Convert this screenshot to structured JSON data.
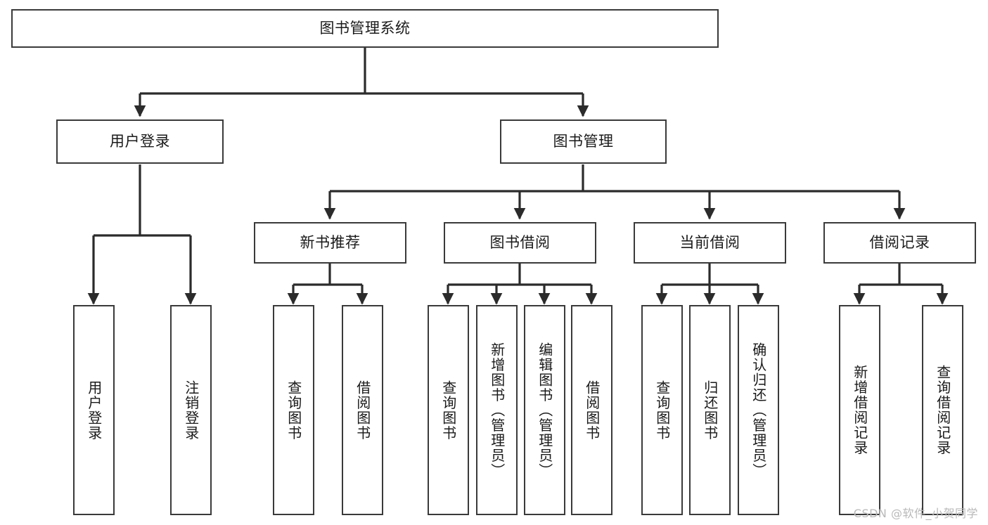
{
  "diagram": {
    "title": "图书管理系统",
    "type": "tree",
    "watermark": "CSDN @软件_小贺同学",
    "theme": {
      "background": "#ffffff",
      "box_border": "#3a3a3a",
      "box_fill": "#ffffff",
      "connector": "#2b2b2b",
      "text": "#1a1a1a",
      "watermark_color": "#b9b9b9"
    },
    "nodes": {
      "root": {
        "label": "图书管理系统"
      },
      "level2": [
        {
          "id": "user-login",
          "label": "用户登录"
        },
        {
          "id": "book-manage",
          "label": "图书管理"
        }
      ],
      "level3": [
        {
          "id": "new-book-rec",
          "label": "新书推荐"
        },
        {
          "id": "book-borrow",
          "label": "图书借阅"
        },
        {
          "id": "current-borrow",
          "label": "当前借阅"
        },
        {
          "id": "borrow-record",
          "label": "借阅记录"
        }
      ],
      "leaves": [
        {
          "id": "leaf-user-login",
          "label": "用户登录",
          "parent": "user-login"
        },
        {
          "id": "leaf-user-logout",
          "label": "注销登录",
          "parent": "user-login"
        },
        {
          "id": "leaf-query-book-rec",
          "label": "查询图书",
          "parent": "new-book-rec"
        },
        {
          "id": "leaf-borrow-book-rec",
          "label": "借阅图书",
          "parent": "new-book-rec"
        },
        {
          "id": "leaf-query-book-borrow",
          "label": "查询图书",
          "parent": "book-borrow"
        },
        {
          "id": "leaf-add-book",
          "label": "新增图书（管理员）",
          "parent": "book-borrow"
        },
        {
          "id": "leaf-edit-book",
          "label": "编辑图书（管理员）",
          "parent": "book-borrow"
        },
        {
          "id": "leaf-borrow-book",
          "label": "借阅图书",
          "parent": "book-borrow"
        },
        {
          "id": "leaf-query-book-cur",
          "label": "查询图书",
          "parent": "current-borrow"
        },
        {
          "id": "leaf-return-book",
          "label": "归还图书",
          "parent": "current-borrow"
        },
        {
          "id": "leaf-confirm-return",
          "label": "确认归还（管理员）",
          "parent": "current-borrow"
        },
        {
          "id": "leaf-add-record",
          "label": "新增借阅记录",
          "parent": "borrow-record"
        },
        {
          "id": "leaf-query-record",
          "label": "查询借阅记录",
          "parent": "borrow-record"
        }
      ]
    }
  }
}
